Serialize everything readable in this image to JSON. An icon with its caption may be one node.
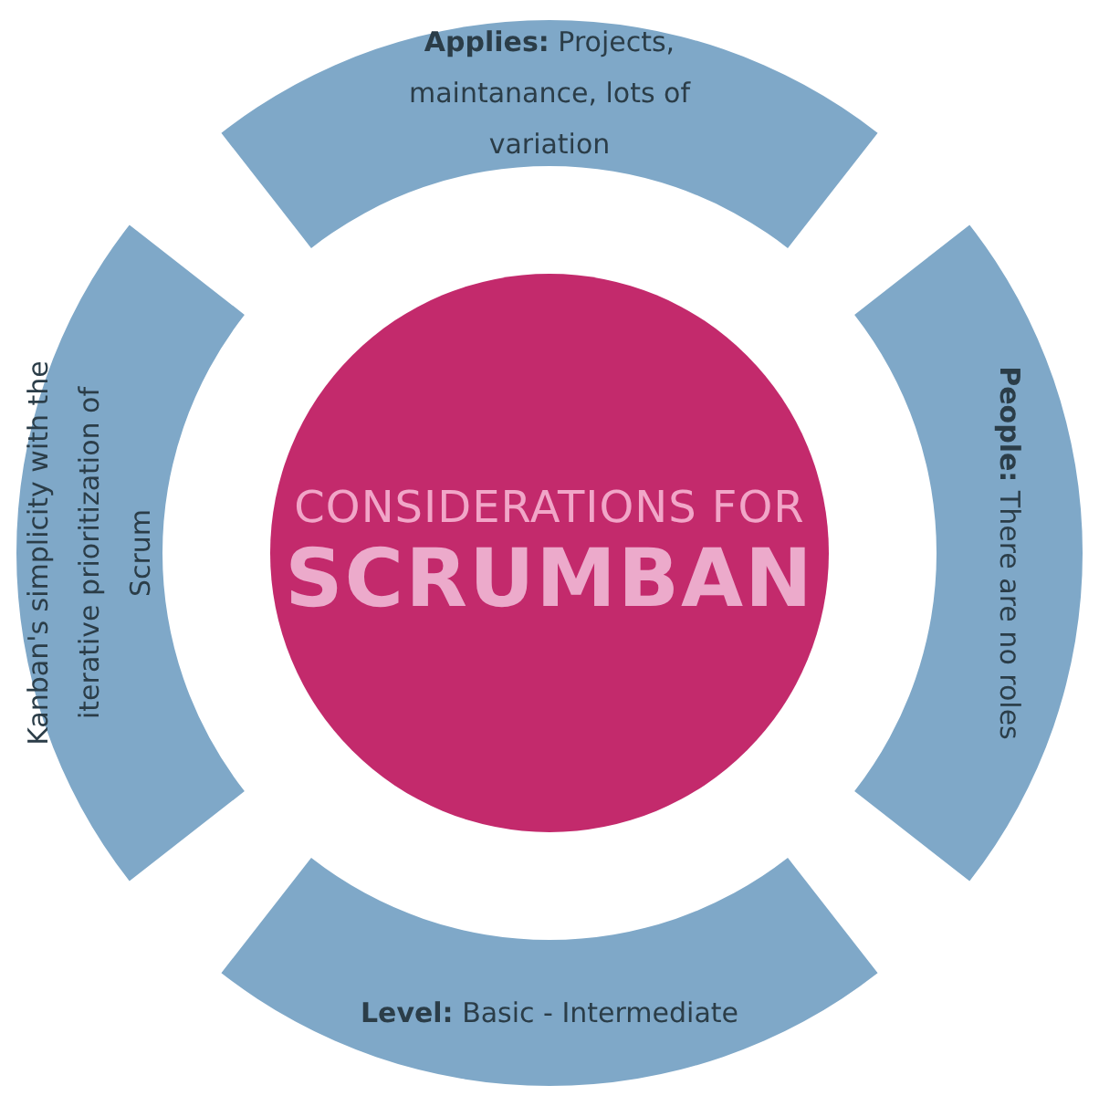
{
  "diagram": {
    "nodes": [
      {
        "text": [
          "**Applies:** Projects, maintanance, lots of variation"
        ]
      },
      {
        "text": [
          "Kanban's simplicity with the iterative prioritization of Scrum"
        ]
      },
      {
        "text": [
          "CONSIDERATIONS FOR",
          "SCRUMBAN"
        ]
      },
      {
        "text": [
          "**People:** There are no roles"
        ]
      },
      {
        "text": [
          "**Level:** Basic - Intermediate"
        ]
      }
    ]
  }
}
